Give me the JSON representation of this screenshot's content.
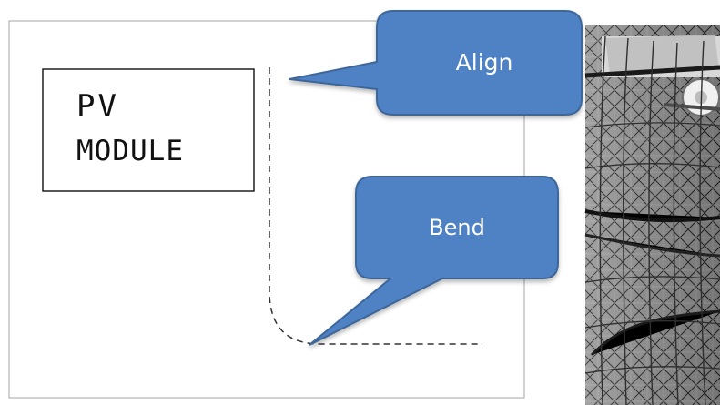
{
  "diagram": {
    "module_label": {
      "line1": "PV",
      "line2": "MODULE"
    },
    "callouts": {
      "align": "Align",
      "bend": "Bend"
    }
  },
  "colors": {
    "panel_border": "#a6a6a6",
    "drawing_stroke": "#111111",
    "callout_fill": "#4f81c5",
    "callout_stroke": "#3d6699",
    "callout_text": "#ffffff"
  }
}
